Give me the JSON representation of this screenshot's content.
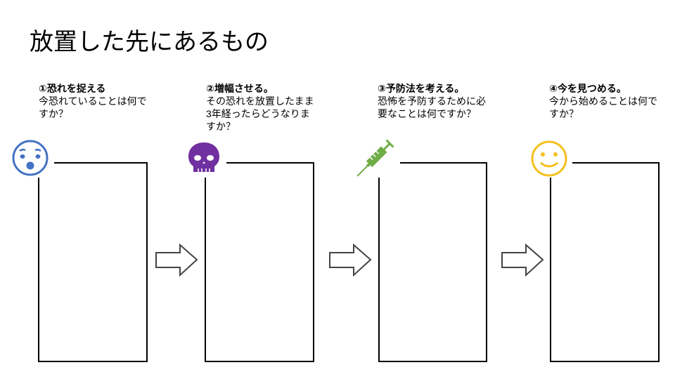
{
  "title": "放置した先にあるもの",
  "steps": [
    {
      "heading": "①恐れを捉える",
      "body": "今恐れていることは何ですか？",
      "icon": "surprised-face-icon",
      "color": "#4472c4"
    },
    {
      "heading": "②増幅させる。",
      "body": "その恐れを放置したまま3年経ったらどうなりますか？",
      "icon": "skull-icon",
      "color": "#7030a0"
    },
    {
      "heading": "③予防法を考える。",
      "body": "恐怖を予防するために必要なことは何ですか？",
      "icon": "syringe-icon",
      "color": "#70ad47"
    },
    {
      "heading": "④今を見つめる。",
      "body": "今から始めることは何ですか？",
      "icon": "smiley-face-icon",
      "color": "#f4c01e"
    }
  ]
}
